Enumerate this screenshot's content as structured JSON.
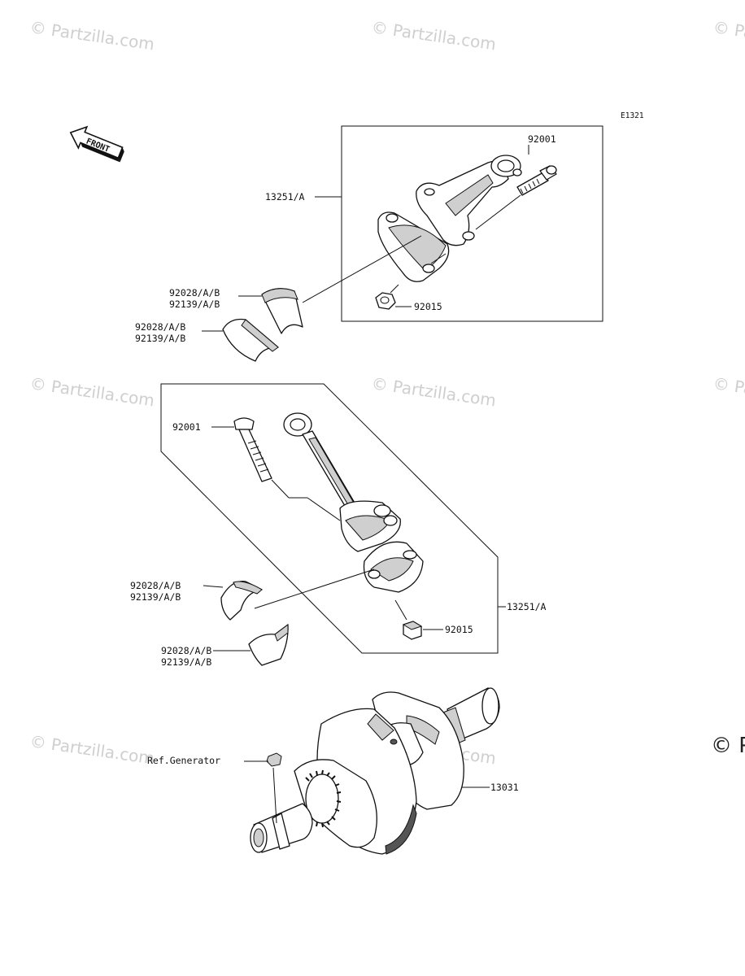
{
  "diagram_code": "E1321",
  "front_label": "FRONT",
  "watermark": "© Partzilla.com",
  "watermark_partial": "© P",
  "labels": {
    "rod_assy_top": "13251/A",
    "bolt_top": "92001",
    "nut_top": "92015",
    "bearing_1a": "92028/A/B",
    "bearing_1b": "92139/A/B",
    "bearing_2a": "92028/A/B",
    "bearing_2b": "92139/A/B",
    "bolt_mid": "92001",
    "rod_assy_mid": "13251/A",
    "nut_mid": "92015",
    "bearing_3a": "92028/A/B",
    "bearing_3b": "92139/A/B",
    "bearing_4a": "92028/A/B",
    "bearing_4b": "92139/A/B",
    "ref_generator": "Ref.Generator",
    "crankshaft": "13031"
  }
}
